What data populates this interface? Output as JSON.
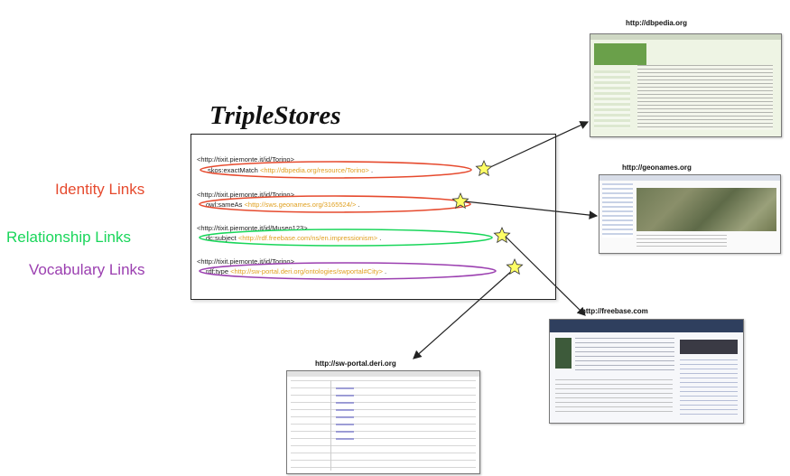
{
  "title": "TripleStores",
  "labels": {
    "identity": "Identity Links",
    "relationship": "Relationship Links",
    "vocabulary": "Vocabulary Links"
  },
  "colors": {
    "identity": "#e64a2e",
    "relationship": "#19d65a",
    "vocabulary": "#9b3fb0",
    "object_uri": "#e0a020",
    "star_fill": "#ffff66"
  },
  "triples": [
    {
      "subject": "<http://tixit.piemonte.it/id/Torino>",
      "predicate": "skos:exactMatch",
      "object": "<http://dbpedia.org/resource/Torino>",
      "end": "."
    },
    {
      "subject": "<http://tixit.piemonte.it/id/Torino>",
      "predicate": "owl:sameAs",
      "object": "<http://sws.geonames.org/3165524/>",
      "end": "."
    },
    {
      "subject": "<http://tixit.piemonte.it/id/Museo123>",
      "predicate": "dc:subject",
      "object": "<http://rdf.freebase.com/ns/en.impressionism>",
      "end": "."
    },
    {
      "subject": "<http://tixit.piemonte.it/id/Torino>",
      "predicate": "rdf:type",
      "object": "<http://sw-portal.deri.org/ontologies/swportal#City>",
      "end": "."
    }
  ],
  "sites": {
    "dbpedia": "http://dbpedia.org",
    "geonames": "http://geonames.org",
    "freebase": "http://freebase.com",
    "swportal": "http://sw-portal.deri.org"
  }
}
